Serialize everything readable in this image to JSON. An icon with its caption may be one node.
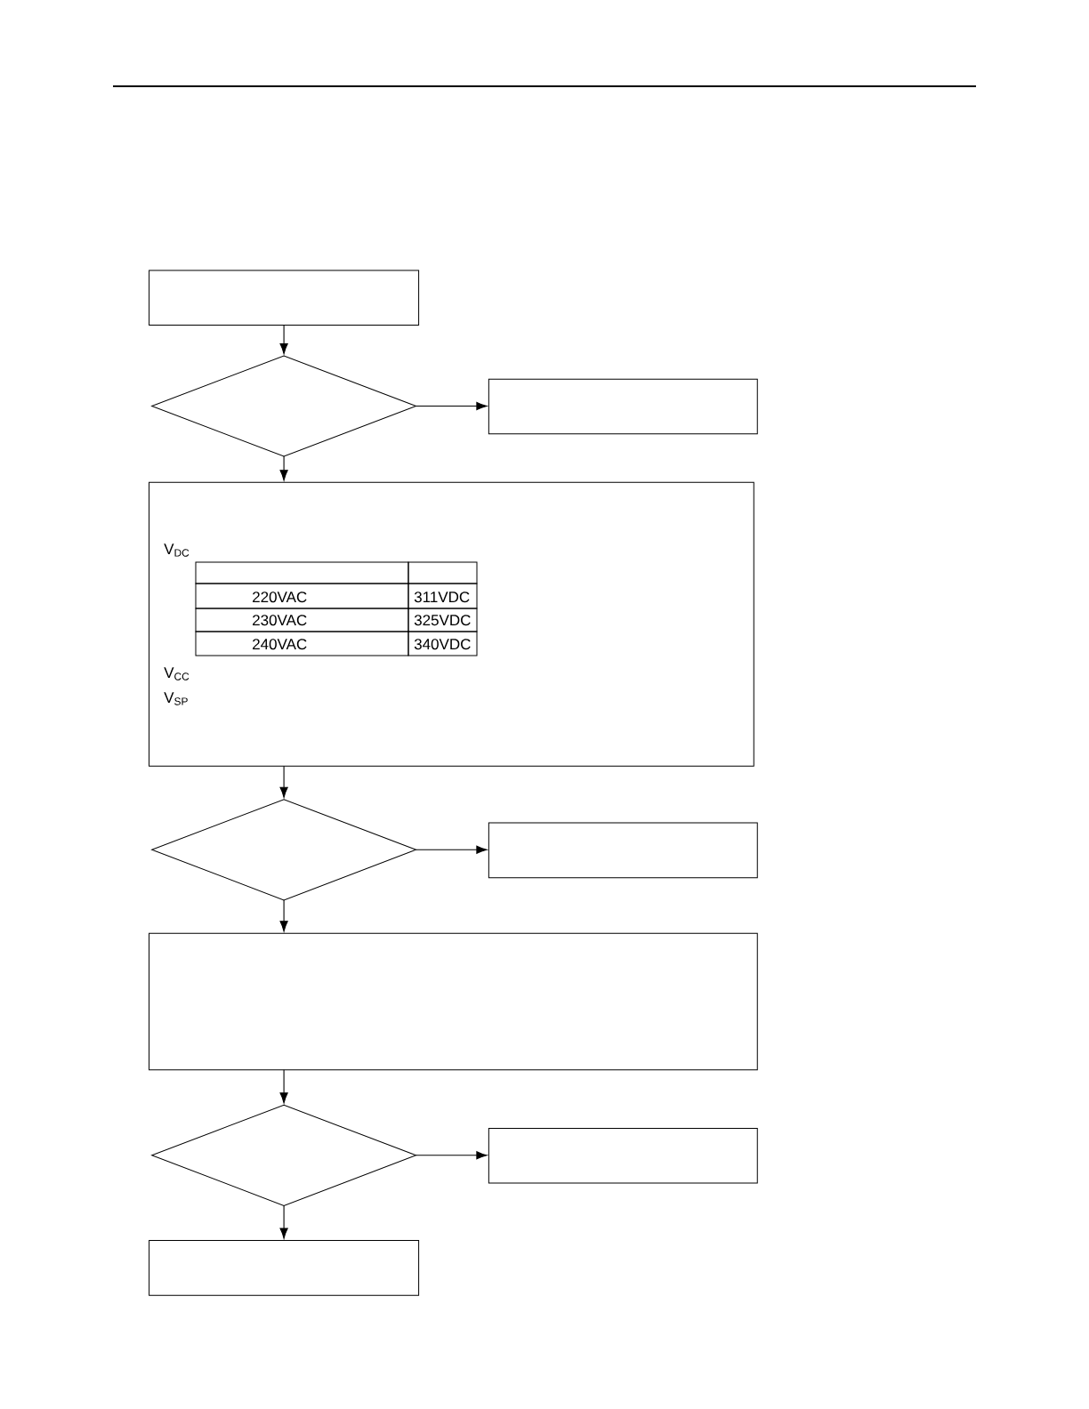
{
  "diagram": {
    "nodes": [
      {
        "text": [],
        "shape": "box"
      },
      {
        "text": [],
        "shape": "diamond"
      },
      {
        "text": [],
        "shape": "box"
      },
      {
        "text": [
          "V$_{DC}$",
          "V$_{CC}$",
          "V$_{SP}$"
        ]
      },
      {
        "text": [],
        "shape": "diamond"
      },
      {
        "text": [],
        "shape": "box"
      },
      {
        "text": [],
        "shape": "box"
      },
      {
        "text": [],
        "shape": "diamond"
      },
      {
        "text": [],
        "shape": "box"
      },
      {
        "text": [],
        "shape": "box"
      }
    ],
    "edges": [
      {
        "from": 0,
        "to": 1,
        "arrow": "to"
      },
      {
        "from": 1,
        "to": 2,
        "arrow": "to"
      },
      {
        "from": 1,
        "to": 3,
        "arrow": "to"
      },
      {
        "from": 3,
        "to": 4,
        "arrow": "to"
      },
      {
        "from": 4,
        "to": 5,
        "arrow": "to"
      },
      {
        "from": 4,
        "to": 6,
        "arrow": "to"
      },
      {
        "from": 6,
        "to": 7,
        "arrow": "to"
      },
      {
        "from": 7,
        "to": 8,
        "arrow": "to"
      },
      {
        "from": 7,
        "to": 9,
        "arrow": "to"
      }
    ],
    "labels": [
      "220VAC",
      "311VDC",
      "230VAC",
      "325VDC",
      "240VAC",
      "340VDC"
    ]
  }
}
